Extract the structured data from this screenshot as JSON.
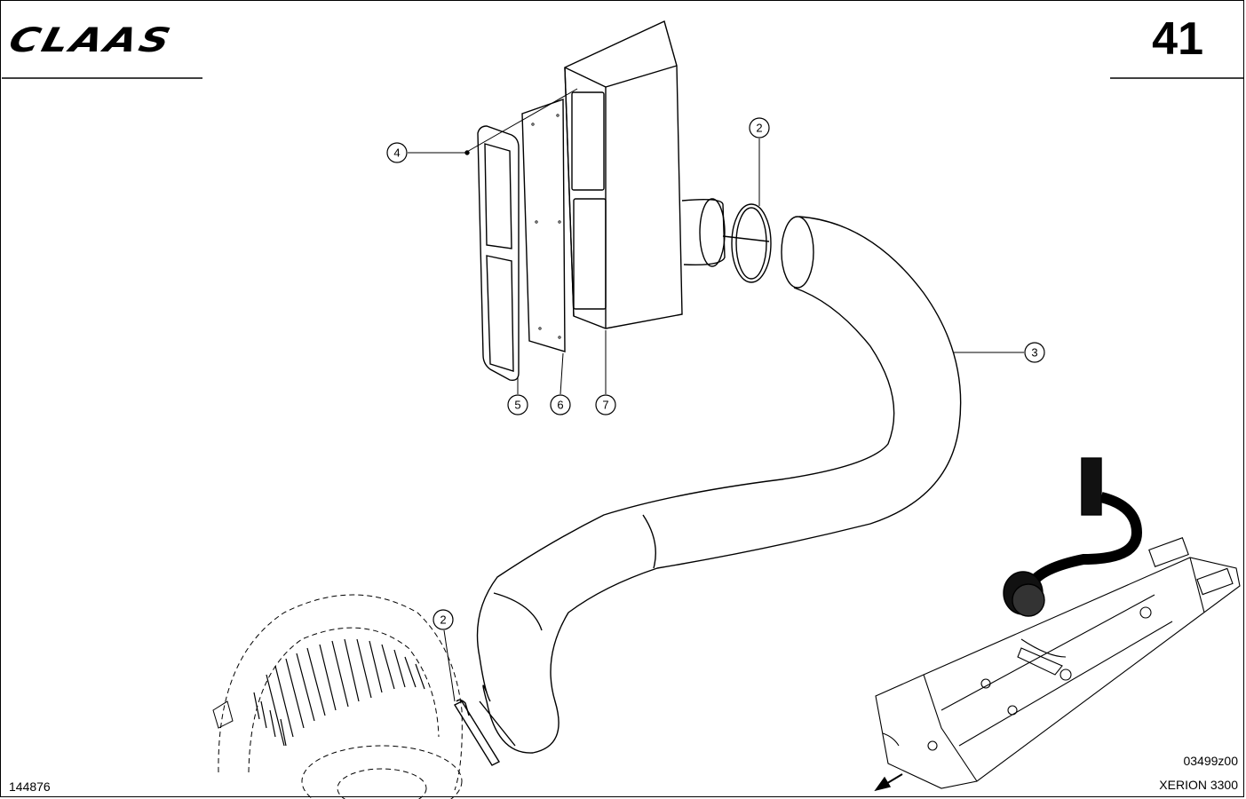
{
  "header": {
    "brand": "CLAAS",
    "page_number": "41"
  },
  "footer": {
    "figure_id": "144876",
    "drawing_code": "03499z00",
    "model": "XERION 3300"
  },
  "callouts": [
    {
      "id": "c2a",
      "label": "2"
    },
    {
      "id": "c2b",
      "label": "2"
    },
    {
      "id": "c3",
      "label": "3"
    },
    {
      "id": "c4",
      "label": "4"
    },
    {
      "id": "c5",
      "label": "5"
    },
    {
      "id": "c6",
      "label": "6"
    },
    {
      "id": "c7",
      "label": "7"
    }
  ]
}
